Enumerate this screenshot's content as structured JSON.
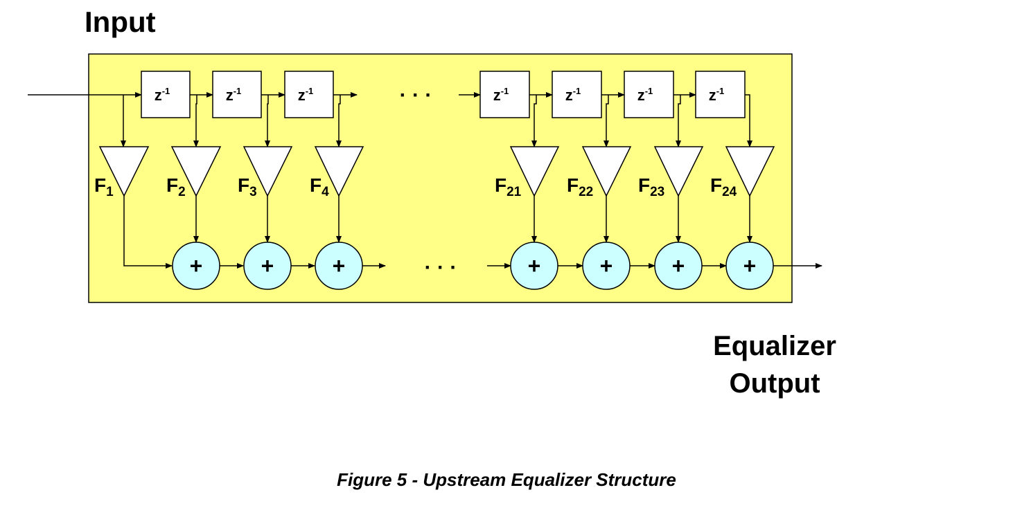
{
  "input_label": "Input",
  "output_label_line1": "Equalizer",
  "output_label_line2": "Output",
  "delay_label": {
    "base": "z",
    "exp": "-1"
  },
  "adder_symbol": "+",
  "ellipsis": "· · ·",
  "taps": [
    {
      "base": "F",
      "sub": "1"
    },
    {
      "base": "F",
      "sub": "2"
    },
    {
      "base": "F",
      "sub": "3"
    },
    {
      "base": "F",
      "sub": "4"
    },
    {
      "base": "F",
      "sub": "21"
    },
    {
      "base": "F",
      "sub": "22"
    },
    {
      "base": "F",
      "sub": "23"
    },
    {
      "base": "F",
      "sub": "24"
    }
  ],
  "caption": "Figure 5 - Upstream Equalizer Structure",
  "colors": {
    "panel_fill": "#ffff88",
    "adder_fill": "#ccffff",
    "stroke": "#000000",
    "box_fill": "#ffffff"
  }
}
